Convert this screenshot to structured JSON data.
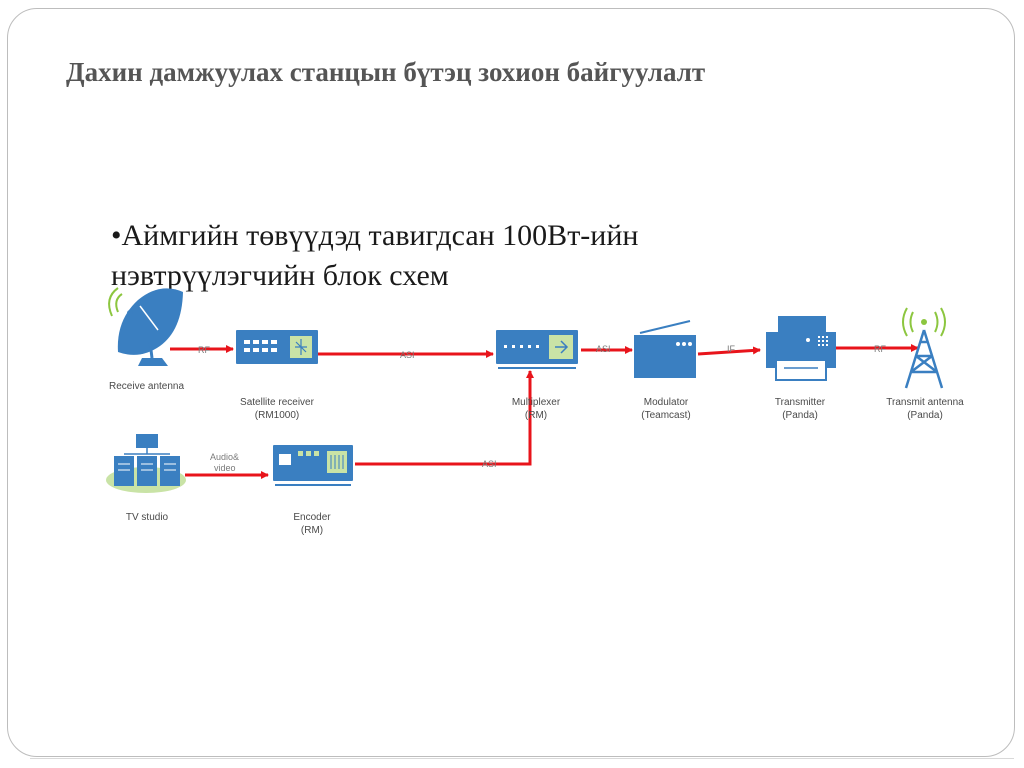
{
  "slide": {
    "title": "Дахин дамжуулах станцын бүтэц зохион байгуулалт",
    "bullet_line1": "•Аймгийн төвүүдэд тавигдсан 100Вт-ийн",
    "bullet_line2": "нэвтрүүлэгчийн блок схем"
  },
  "diagram": {
    "nodes": {
      "receive_antenna": {
        "line1": "Receive antenna"
      },
      "satellite_receiver": {
        "line1": "Satellite receiver",
        "line2": "(RM1000)"
      },
      "multiplexer": {
        "line1": "Multiplexer",
        "line2": "(RM)"
      },
      "modulator": {
        "line1": "Modulator",
        "line2": "(Teamcast)"
      },
      "transmitter": {
        "line1": "Transmitter",
        "line2": "(Panda)"
      },
      "transmit_antenna": {
        "line1": "Transmit antenna",
        "line2": "(Panda)"
      },
      "tv_studio": {
        "line1": "TV studio"
      },
      "encoder": {
        "line1": "Encoder",
        "line2": "(RM)"
      }
    },
    "edges": {
      "antenna_to_receiver": "RF",
      "receiver_to_mux": "ASI",
      "mux_to_modulator": "ASI",
      "modulator_to_transmitter": "IF",
      "transmitter_to_antenna": "RF",
      "studio_to_encoder_line1": "Audio&",
      "studio_to_encoder_line2": "video",
      "encoder_to_mux": "ASI"
    },
    "colors": {
      "device_blue": "#3a7fc1",
      "arrow_red": "#e8141b",
      "label_gray": "#4a4a4a",
      "studio_green": "#c9e3a6"
    }
  }
}
